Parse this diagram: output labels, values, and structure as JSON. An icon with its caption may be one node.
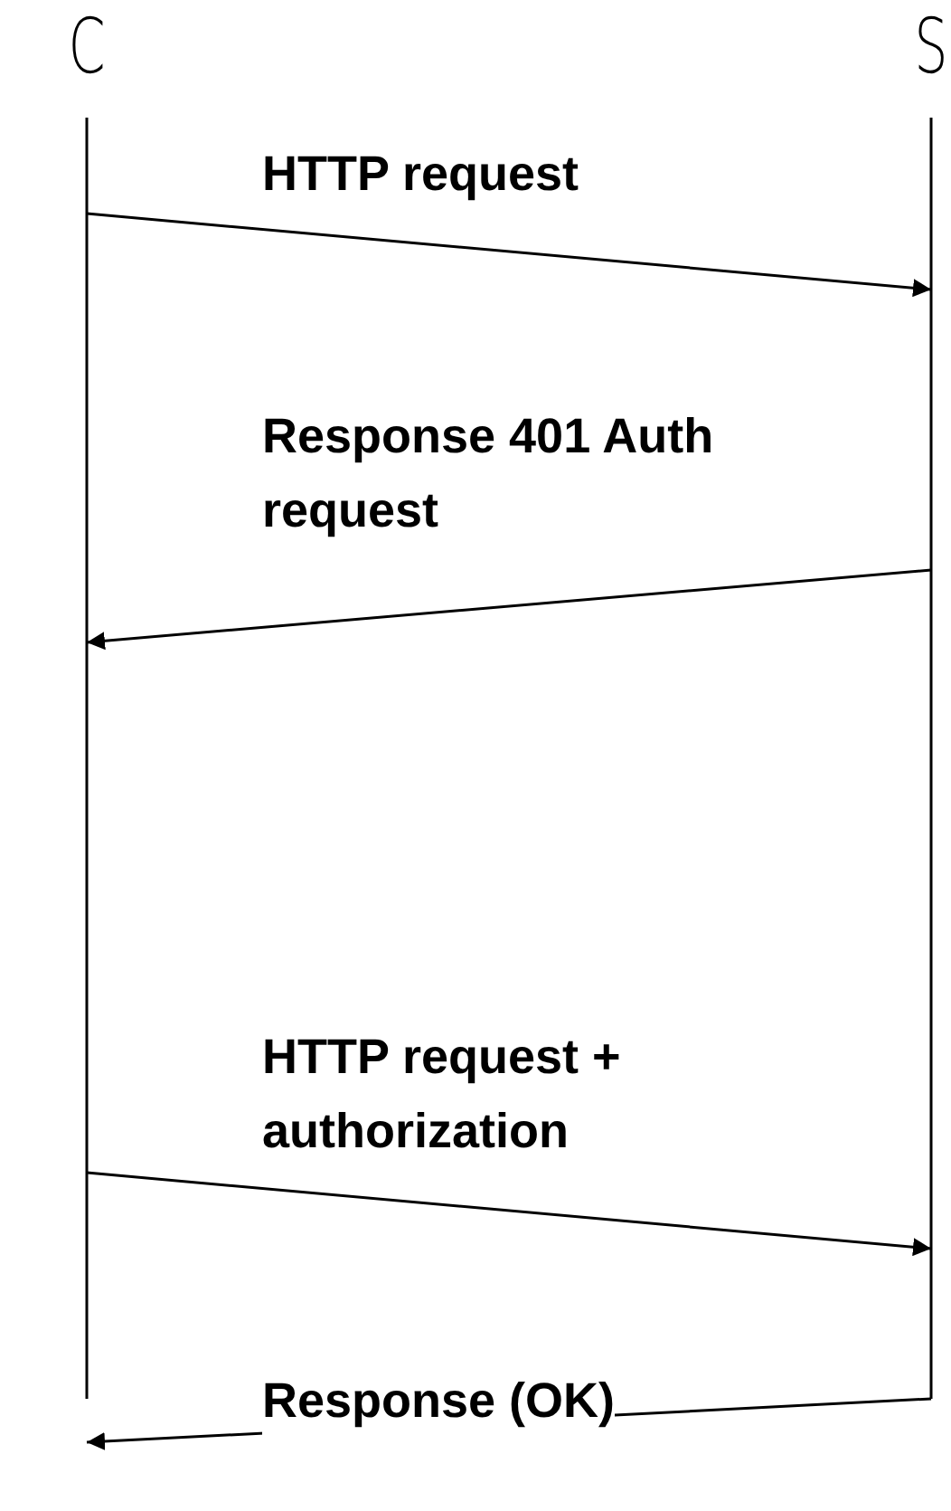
{
  "diagram": {
    "nodes": [
      {
        "text": [
          "C"
        ]
      },
      {
        "text": [
          "S"
        ]
      }
    ],
    "edges": [
      {
        "from": 0,
        "to": 1,
        "arrow": "to",
        "label": "HTTP request"
      },
      {
        "from": 1,
        "to": 0,
        "arrow": "to",
        "label": "Response 401 Auth request"
      },
      {
        "from": 0,
        "to": 1,
        "arrow": "to",
        "label": "HTTP request + authorization"
      },
      {
        "from": 1,
        "to": 0,
        "arrow": "to",
        "label": "Response (OK)"
      }
    ]
  }
}
